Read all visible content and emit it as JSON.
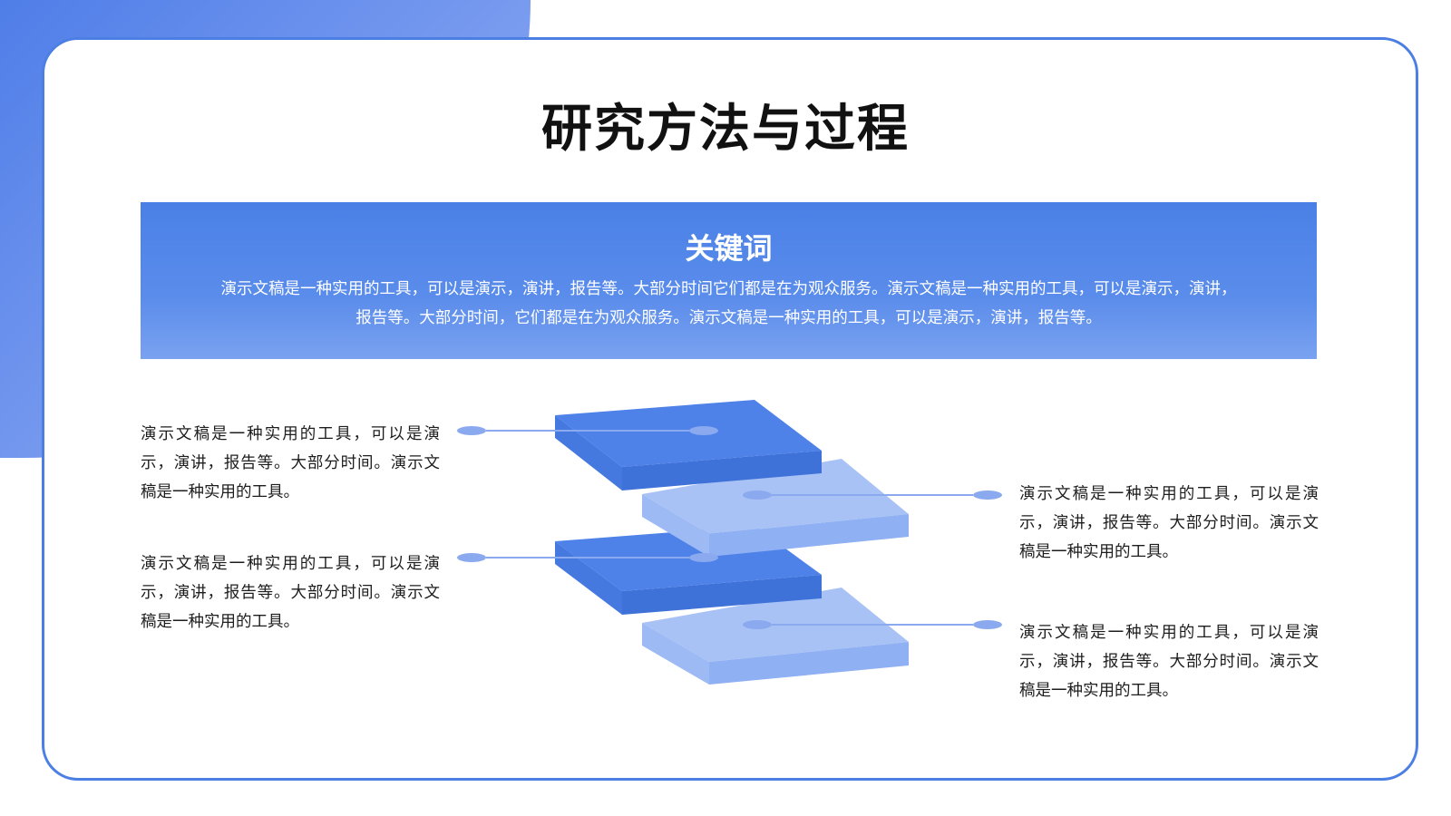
{
  "slide": {
    "title": "研究方法与过程"
  },
  "keyword": {
    "title": "关键词",
    "text": "演示文稿是一种实用的工具，可以是演示，演讲，报告等。大部分时间它们都是在为观众服务。演示文稿是一种实用的工具，可以是演示，演讲，报告等。大部分时间，它们都是在为观众服务。演示文稿是一种实用的工具，可以是演示，演讲，报告等。"
  },
  "layers": [
    {
      "text": "演示文稿是一种实用的工具，可以是演示，演讲，报告等。大部分时间。演示文稿是一种实用的工具。"
    },
    {
      "text": "演示文稿是一种实用的工具，可以是演示，演讲，报告等。大部分时间。演示文稿是一种实用的工具。"
    },
    {
      "text": "演示文稿是一种实用的工具，可以是演示，演讲，报告等。大部分时间。演示文稿是一种实用的工具。"
    },
    {
      "text": "演示文稿是一种实用的工具，可以是演示，演讲，报告等。大部分时间。演示文稿是一种实用的工具。"
    }
  ],
  "colors": {
    "accent": "#4c7fe4",
    "dark_layer": "#4a7fe6",
    "light_layer": "#a7c1f6",
    "connector": "#8aa9ef"
  }
}
